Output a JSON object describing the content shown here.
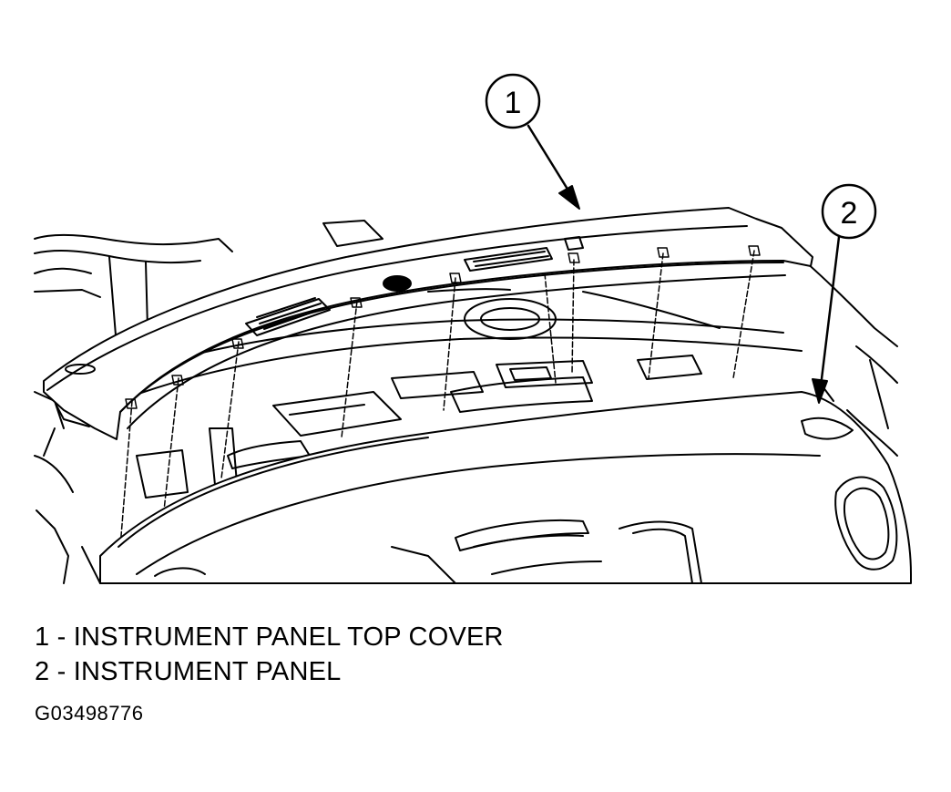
{
  "callouts": [
    {
      "number": "1",
      "text": "INSTRUMENT PANEL TOP COVER"
    },
    {
      "number": "2",
      "text": "INSTRUMENT PANEL"
    }
  ],
  "legend": [
    "1 - INSTRUMENT PANEL TOP COVER",
    "2 - INSTRUMENT PANEL"
  ],
  "figure_id": "G03498776",
  "colors": {
    "ink": "#000000",
    "paper": "#ffffff"
  }
}
